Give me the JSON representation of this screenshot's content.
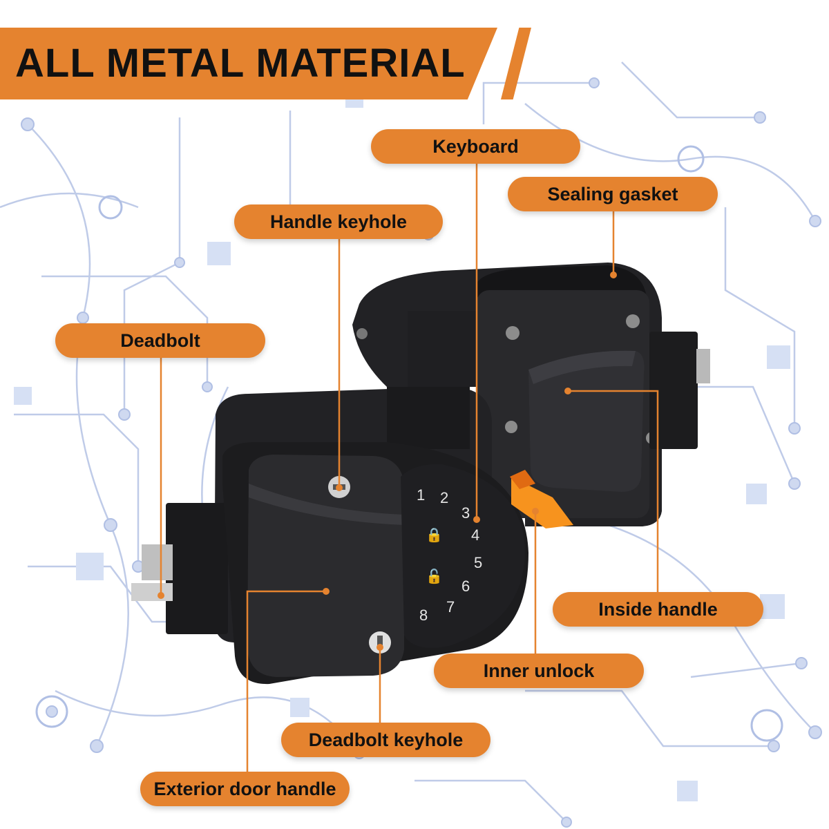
{
  "banner": {
    "title": "ALL METAL MATERIAL"
  },
  "callouts": {
    "keyboard": "Keyboard",
    "sealing_gasket": "Sealing gasket",
    "handle_keyhole": "Handle keyhole",
    "deadbolt": "Deadbolt",
    "inside_handle": "Inside handle",
    "inner_unlock": "Inner unlock",
    "deadbolt_keyhole": "Deadbolt keyhole",
    "exterior_door_handle": "Exterior door handle"
  },
  "keypad": {
    "keys": [
      "1",
      "2",
      "3",
      "4",
      "5",
      "6",
      "7",
      "8"
    ]
  },
  "colors": {
    "accent": "#e5832f",
    "lock_body": "#1c1c1e",
    "circuit": "#b9c6e6",
    "lever": "#f7931e"
  }
}
